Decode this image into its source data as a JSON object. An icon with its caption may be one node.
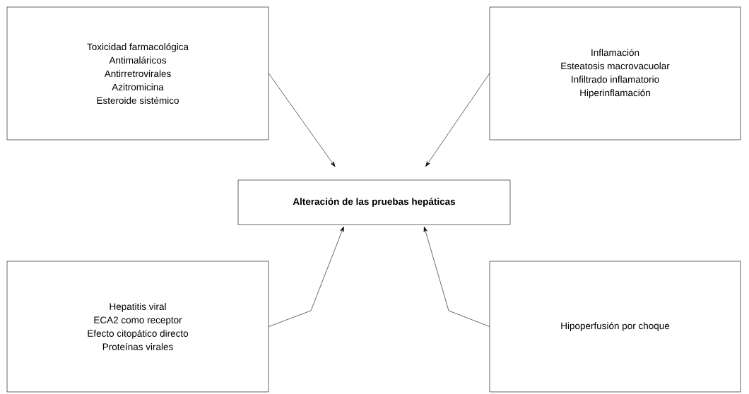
{
  "diagram": {
    "nodes": [
      {
        "text": [
          "Toxicidad farmacológica",
          "Antimaláricos",
          "Antirretrovirales",
          "Azitromicina",
          "Esteroide sistémico"
        ]
      },
      {
        "text": [
          "Inflamación",
          "Esteatosis macrovacuolar",
          "Infiltrado inflamatorio",
          "Hiperinflamación"
        ]
      },
      {
        "text": [
          "Alteración de las pruebas hepáticas"
        ]
      },
      {
        "text": [
          "Hepatitis viral",
          "ECA2 como receptor",
          "Efecto citopático directo",
          "Proteínas virales"
        ]
      },
      {
        "text": [
          "Hipoperfusión por choque"
        ]
      }
    ],
    "edges": [
      {
        "from": 0,
        "to": 2,
        "arrow": "to"
      },
      {
        "from": 1,
        "to": 2,
        "arrow": "to"
      },
      {
        "from": 3,
        "to": 2,
        "arrow": "to"
      },
      {
        "from": 4,
        "to": 2,
        "arrow": "to"
      }
    ]
  }
}
